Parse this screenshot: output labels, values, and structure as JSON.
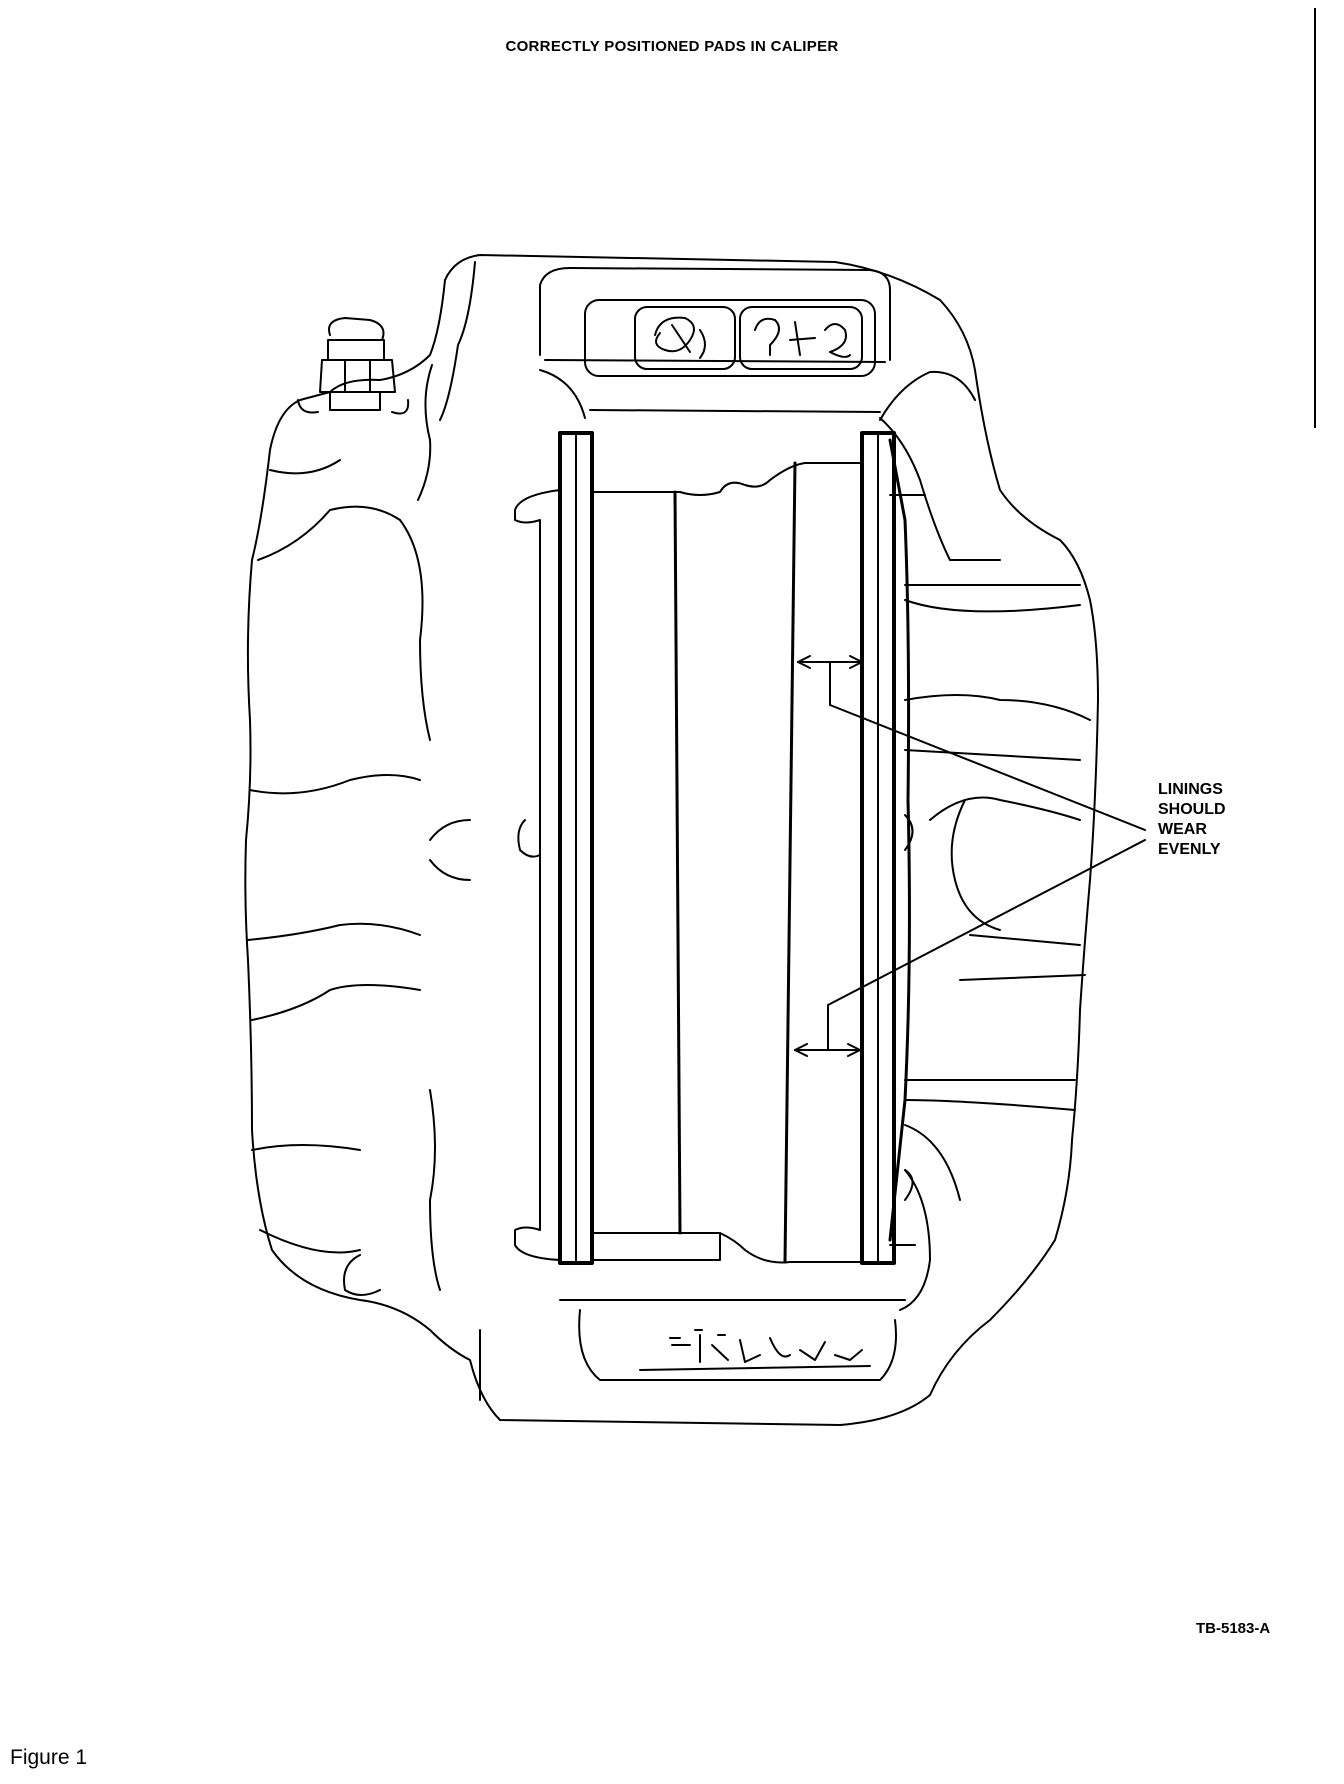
{
  "title": "CORRECTLY POSITIONED PADS IN CALIPER",
  "callout": {
    "lines": [
      "LININGS",
      "SHOULD",
      "WEAR",
      "EVENLY"
    ]
  },
  "figure_code": "TB-5183-A",
  "caption": "Figure 1",
  "colors": {
    "ink": "#000000",
    "paper": "#ffffff"
  }
}
